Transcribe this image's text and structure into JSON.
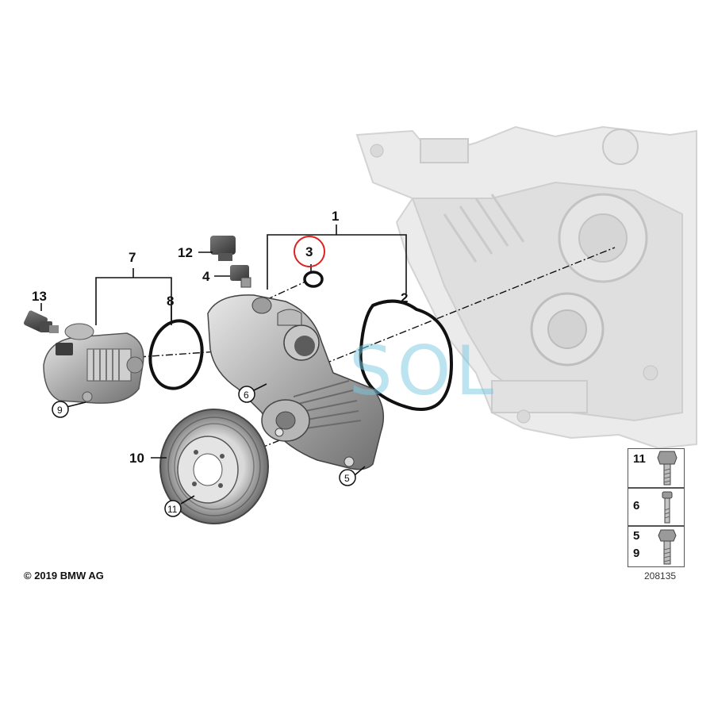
{
  "callouts": {
    "c1": "1",
    "c2": "2",
    "c3": "3",
    "c4": "4",
    "c5": "5",
    "c6": "6",
    "c7": "7",
    "c8": "8",
    "c9": "9",
    "c10": "10",
    "c11": "11",
    "c12": "12",
    "c13": "13"
  },
  "highlight_color": "#e02020",
  "legend": {
    "row1": "11",
    "row2": "6",
    "row3_a": "5",
    "row3_b": "9"
  },
  "copyright": "© 2019 BMW AG",
  "reference_number": "208135",
  "watermark": "SOL"
}
